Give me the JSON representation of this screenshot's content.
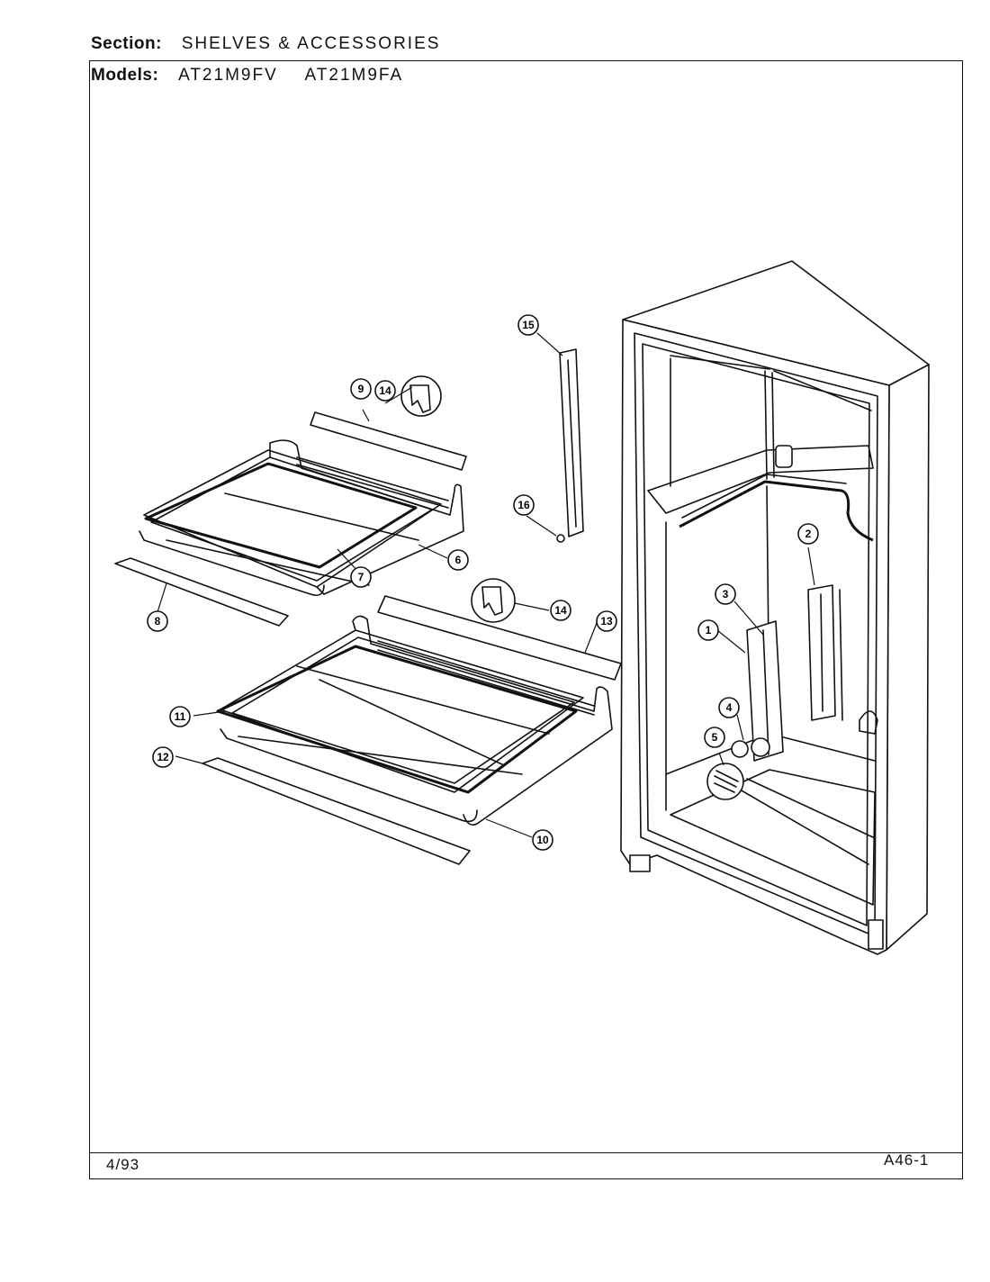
{
  "header": {
    "section_label": "Section:",
    "section_value": "SHELVES & ACCESSORIES",
    "models_label": "Models:",
    "models": [
      "AT21M9FV",
      "AT21M9FA"
    ]
  },
  "footer": {
    "date_code": "4/93",
    "page_code": "A46-1"
  },
  "callouts": [
    "1",
    "2",
    "3",
    "4",
    "5",
    "6",
    "7",
    "8",
    "9",
    "10",
    "11",
    "12",
    "13",
    "14",
    "14",
    "15",
    "16"
  ]
}
